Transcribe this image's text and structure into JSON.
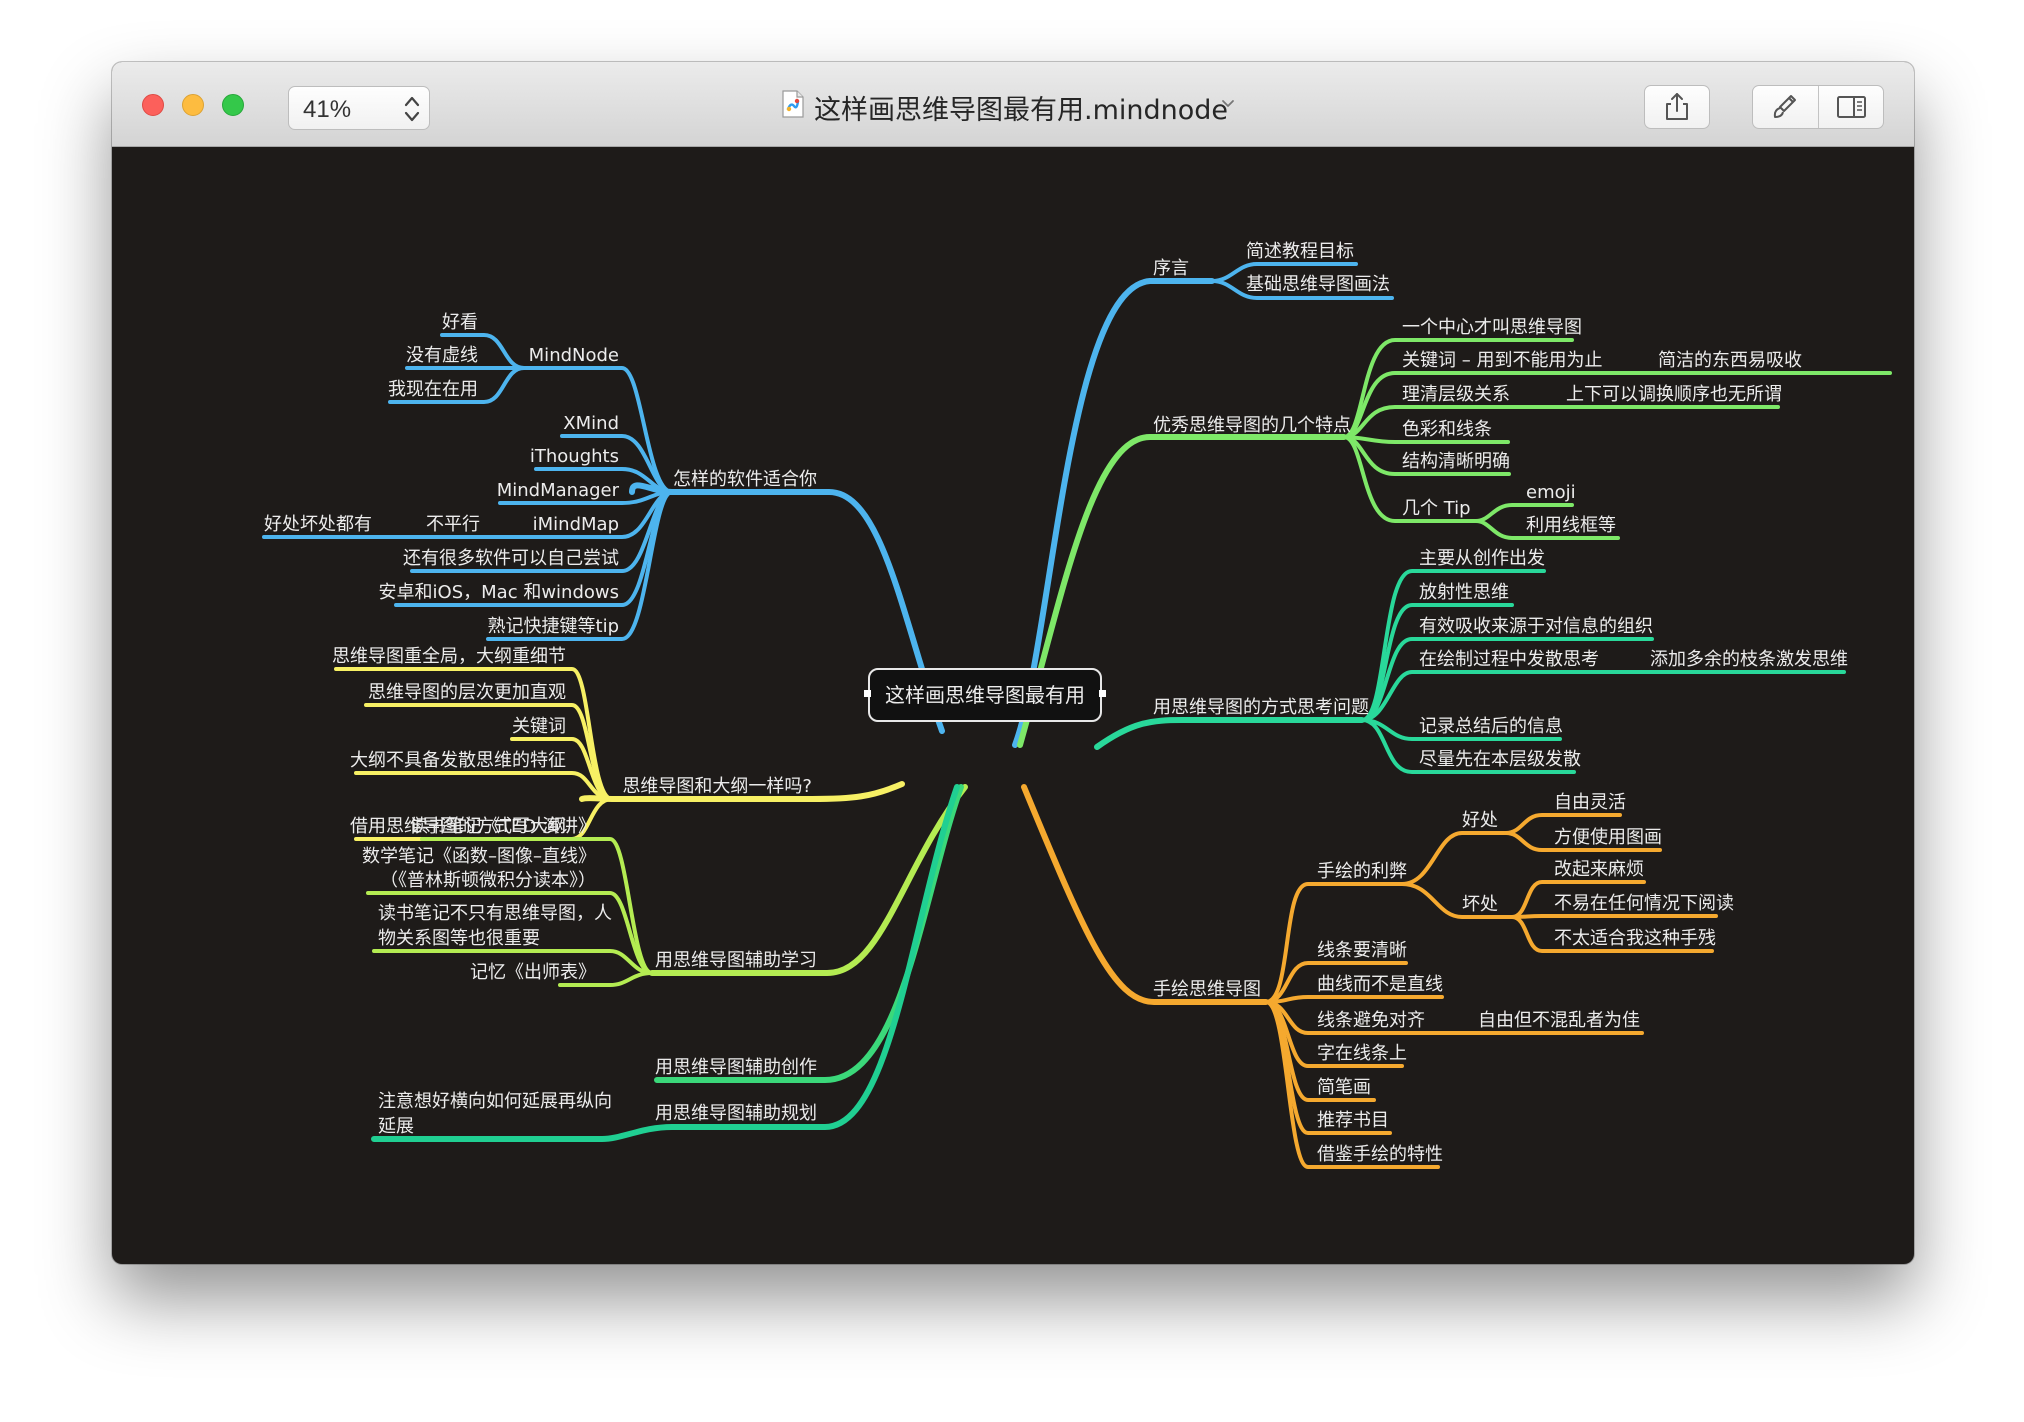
{
  "window": {
    "title": "这样画思维导图最有用.mindnode",
    "zoom": "41%"
  },
  "toolbar_icons": [
    "share-icon",
    "brush-icon",
    "sidebar-icon"
  ],
  "colors": {
    "canvas_bg": "#1e1b19",
    "blue": "#4db4ee",
    "green": "#7ee868",
    "teal": "#29d89a",
    "yellow": "#f7f064",
    "lime": "#b4ec52",
    "orange": "#f5a92f"
  },
  "mindmap": {
    "center": "这样画思维导图最有用",
    "prologue": {
      "label": "序言",
      "items": [
        "简述教程目标",
        "基础思维导图画法"
      ]
    },
    "features": {
      "label": "优秀思维导图的几个特点",
      "items": [
        "一个中心才叫思维导图",
        "关键词 – 用到不能用为止",
        "理清层级关系",
        "色彩和线条",
        "结构清晰明确",
        "几个 Tip"
      ],
      "keyword_note": "简洁的东西易吸收",
      "hierarchy_note": "上下可以调换顺序也无所谓",
      "tips": [
        "emoji",
        "利用线框等"
      ]
    },
    "thinking": {
      "label": "用思维导图的方式思考问题",
      "items": [
        "主要从创作出发",
        "放射性思维",
        "有效吸收来源于对信息的组织",
        "在绘制过程中发散思考",
        "记录总结后的信息",
        "尽量先在本层级发散"
      ],
      "diverge_note": "添加多余的枝条激发思维"
    },
    "handdrawn": {
      "label": "手绘思维导图",
      "pros_cons": "手绘的利弊",
      "pros_label": "好处",
      "pros": [
        "自由灵活",
        "方便使用图画"
      ],
      "cons_label": "坏处",
      "cons": [
        "改起来麻烦",
        "不易在任何情况下阅读",
        "不太适合我这种手残"
      ],
      "items": [
        "线条要清晰",
        "曲线而不是直线",
        "线条避免对齐",
        "字在线条上",
        "简笔画",
        "推荐书目",
        "借鉴手绘的特性"
      ],
      "align_note": "自由但不混乱者为佳"
    },
    "software": {
      "label": "怎样的软件适合你",
      "mindnode": "MindNode",
      "mindnode_notes": [
        "好看",
        "没有虚线",
        "我现在在用"
      ],
      "items": [
        "XMind",
        "iThoughts",
        "MindManager",
        "iMindMap",
        "还有很多软件可以自己尝试",
        "安卓和iOS，Mac 和windows",
        "熟记快捷键等tip"
      ],
      "imindmap_note": "不平行",
      "imindmap_note2": "好处坏处都有"
    },
    "outline": {
      "label": "思维导图和大纲一样吗?",
      "items": [
        "思维导图重全局，大纲重细节",
        "思维导图的层次更加直观",
        "关键词",
        "大纲不具备发散思维的特征",
        "借用思维导图的方式写大纲"
      ]
    },
    "learning": {
      "label": "用思维导图辅助学习",
      "items": [
        [
          "读书笔记《TED 演讲》"
        ],
        [
          "数学笔记《函数–图像–直线》",
          "（《普林斯顿微积分读本》）"
        ],
        [
          "读书笔记不只有思维导图，人",
          "物关系图等也很重要"
        ],
        [
          "记忆《出师表》"
        ]
      ]
    },
    "creation": {
      "label": "用思维导图辅助创作"
    },
    "planning": {
      "label": "用思维导图辅助规划",
      "note": [
        "注意想好横向如何延展再纵向",
        "延展"
      ]
    }
  }
}
